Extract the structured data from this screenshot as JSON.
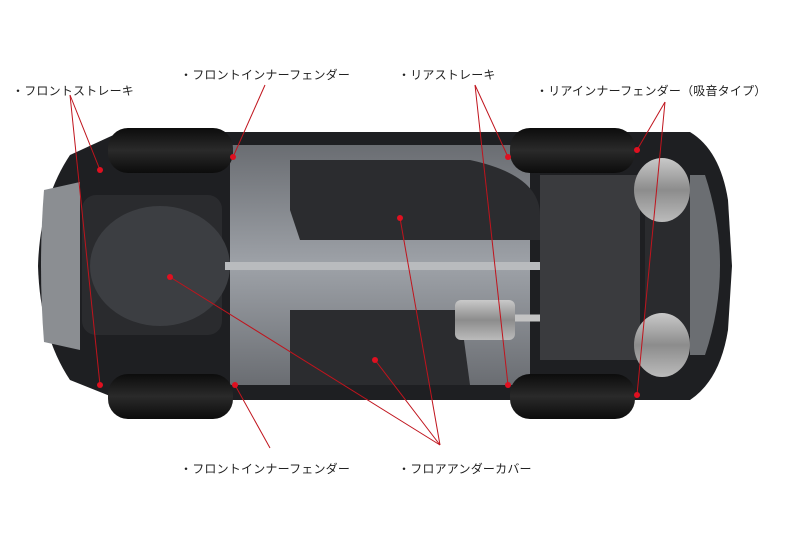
{
  "labels": {
    "front_strake": "・フロントストレーキ",
    "front_inner_fender_top": "・フロントインナーフェンダー",
    "rear_strake": "・リアストレーキ",
    "rear_inner_fender": "・リアインナーフェンダー（吸音タイプ）",
    "front_inner_fender_bottom": "・フロントインナーフェンダー",
    "floor_under_cover": "・フロアアンダーカバー"
  },
  "colors": {
    "leader_line": "#c0141d",
    "marker": "#e01020",
    "text": "#222222"
  }
}
